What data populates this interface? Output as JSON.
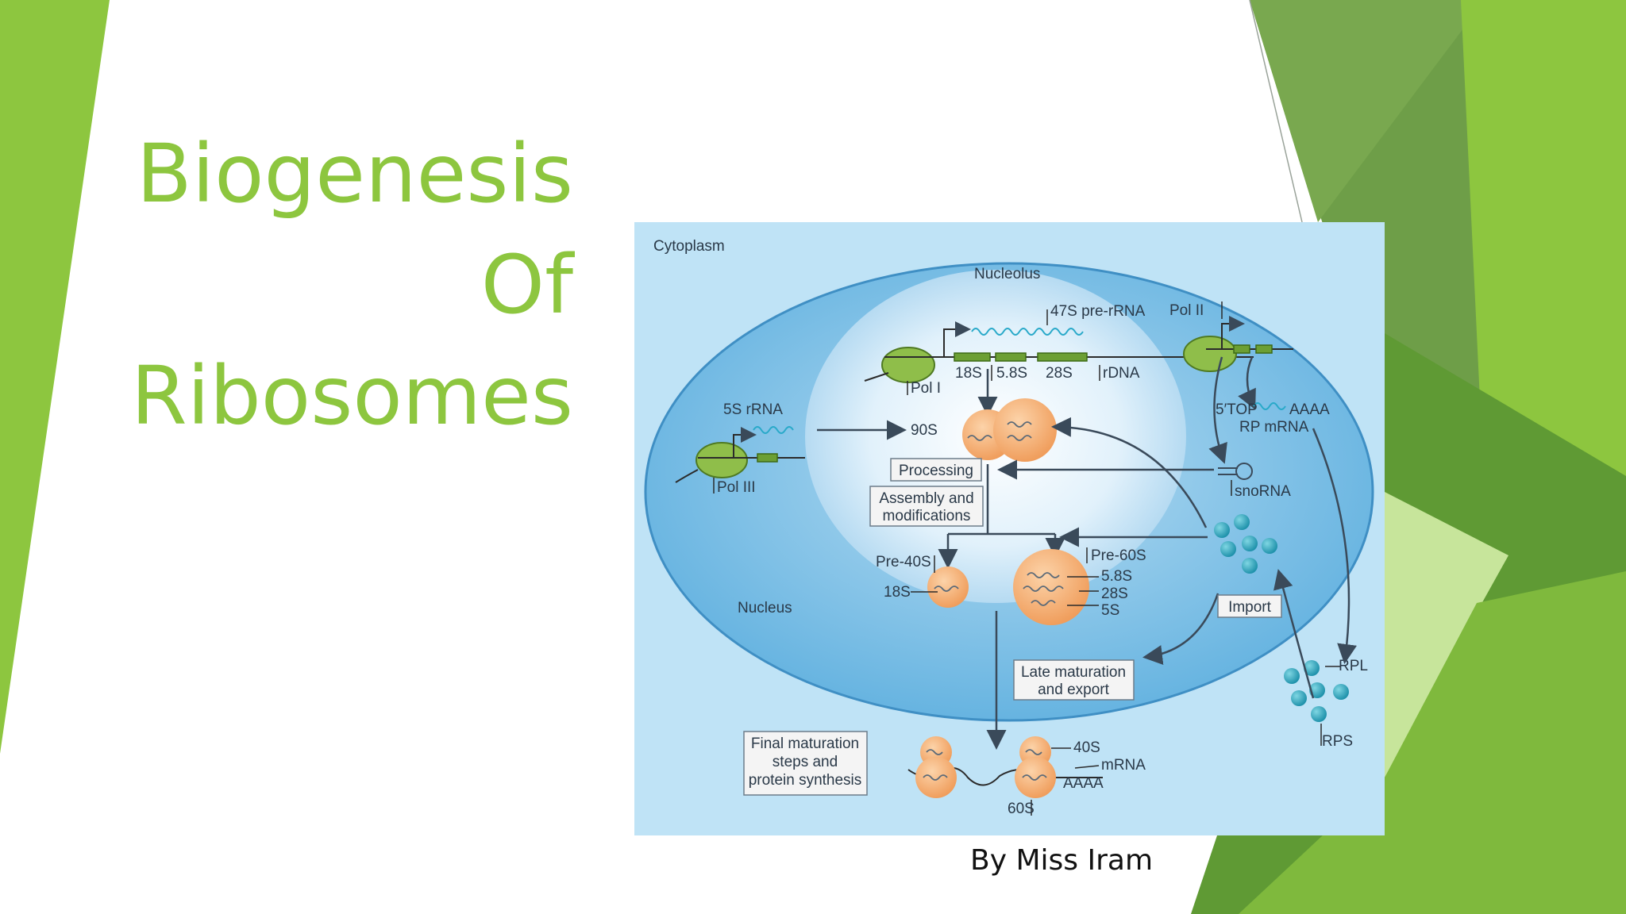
{
  "slide": {
    "title_lines": [
      "Biogenesis",
      "Of",
      "Ribosomes"
    ],
    "author": "By Miss Iram",
    "colors": {
      "title": "#8dc63f",
      "green_light": "#8dc63f",
      "green_mid": "#6fa83a",
      "green_dark": "#4f8c2a"
    }
  },
  "diagram": {
    "regions": {
      "cytoplasm": "Cytoplasm",
      "nucleolus": "Nucleolus",
      "nucleus": "Nucleus"
    },
    "polymerases": {
      "pol1": "Pol I",
      "pol2": "Pol II",
      "pol3": "Pol III"
    },
    "rdna": {
      "pre_rrna": "47S pre-rRNA",
      "s18": "18S",
      "s58": "5.8S",
      "s28": "28S",
      "rdna": "rDNA"
    },
    "five_s_rrna": "5S rRNA",
    "particle_90s": "90S",
    "boxes": {
      "processing": "Processing",
      "assembly_line1": "Assembly and",
      "assembly_line2": "modifications",
      "late_line1": "Late maturation",
      "late_line2": "and export",
      "import": "Import",
      "final_line1": "Final maturation",
      "final_line2": "steps and",
      "final_line3": "protein synthesis"
    },
    "mrna_labels": {
      "top": "5′TOP",
      "aaaa": "AAAA",
      "rp_mrna": "RP mRNA"
    },
    "snorna": "snoRNA",
    "pre40s": {
      "label": "Pre-40S",
      "s18": "18S"
    },
    "pre60s": {
      "label": "Pre-60S",
      "s58": "5.8S",
      "s28": "28S",
      "s5": "5S"
    },
    "proteins": {
      "rpl": "RPL",
      "rps": "RPS"
    },
    "translation": {
      "s40": "40S",
      "mrna": "mRNA",
      "aaaa": "AAAA",
      "s60": "60S"
    }
  }
}
